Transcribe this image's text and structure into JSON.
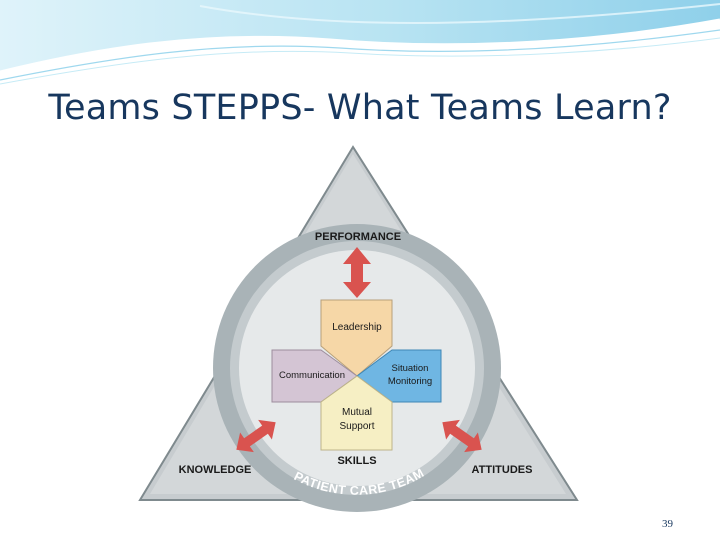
{
  "slide": {
    "title": "Teams STEPPS- What Teams Learn?",
    "page_number": "39"
  },
  "diagram": {
    "corner_labels": {
      "top": "PERFORMANCE",
      "left": "KNOWLEDGE",
      "right": "ATTITUDES"
    },
    "inner_skill_labels": {
      "leadership": "Leadership",
      "communication": "Communication",
      "situation_line1": "Situation",
      "situation_line2": "Monitoring",
      "mutual_line1": "Mutual",
      "mutual_line2": "Support"
    },
    "skills_label": "SKILLS",
    "ring_label": "PATIENT CARE TEAM",
    "colors": {
      "triangle_fill": "#c7cccf",
      "triangle_stroke": "#7f8a8e",
      "ring": "#a9b3b7",
      "inner_disc": "#e6e9ea",
      "leadership": "#f6d7a7",
      "communication": "#d4c5d4",
      "situation_monitoring": "#6fb6e3",
      "mutual_support": "#f6efc4",
      "arrow": "#d9534f",
      "title": "#17375e"
    }
  }
}
